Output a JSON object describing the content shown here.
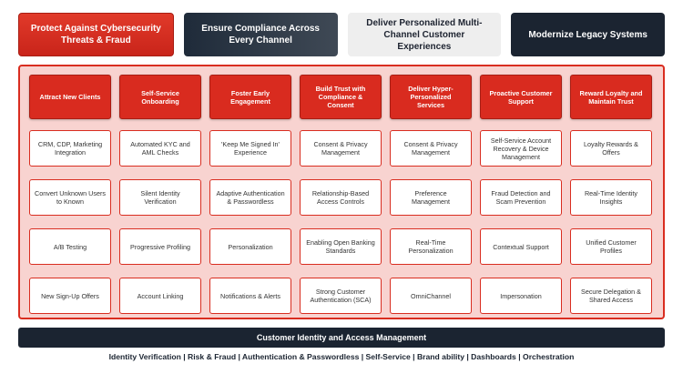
{
  "top_cards": [
    {
      "label": "Protect Against Cybersecurity Threats & Fraud",
      "style": "red"
    },
    {
      "label": "Ensure Compliance Across Every Channel",
      "style": "dark-grad"
    },
    {
      "label": "Deliver Personalized Multi-Channel Customer Experiences",
      "style": "light"
    },
    {
      "label": "Modernize Legacy Systems",
      "style": "dark"
    }
  ],
  "columns": [
    {
      "header": "Attract New Clients",
      "cells": [
        "CRM, CDP, Marketing Integration",
        "Convert Unknown Users to Known",
        "A/B Testing",
        "New Sign-Up Offers"
      ]
    },
    {
      "header": "Self-Service Onboarding",
      "cells": [
        "Automated KYC and AML Checks",
        "Silent Identity Verification",
        "Progressive Profiling",
        "Account Linking"
      ]
    },
    {
      "header": "Foster Early Engagement",
      "cells": [
        "'Keep Me Signed In' Experience",
        "Adaptive Authentication & Passwordless",
        "Personalization",
        "Notifications & Alerts"
      ]
    },
    {
      "header": "Build Trust with Compliance & Consent",
      "cells": [
        "Consent & Privacy Management",
        "Relationship-Based Access Controls",
        "Enabling Open Banking Standards",
        "Strong Customer Authentication (SCA)"
      ]
    },
    {
      "header": "Deliver Hyper-Personalized Services",
      "cells": [
        "Consent & Privacy Management",
        "Preference Management",
        "Real-Time Personalization",
        "OmniChannel"
      ]
    },
    {
      "header": "Proactive Customer Support",
      "cells": [
        "Self-Service Account Recovery & Device Management",
        "Fraud Detection and Scam Prevention",
        "Contextual Support",
        "Impersonation"
      ]
    },
    {
      "header": "Reward Loyalty and Maintain Trust",
      "cells": [
        "Loyalty Rewards & Offers",
        "Real-Time Identity Insights",
        "Unified Customer Profiles",
        "Secure Delegation & Shared Access"
      ]
    }
  ],
  "bottom_bar": "Customer Identity and Access Management",
  "footer": "Identity Verification | Risk & Fraud | Authentication & Passwordless | Self-Service | Brand ability | Dashboards | Orchestration",
  "colors": {
    "accent_red": "#d92b1f",
    "dark_navy": "#1b2431",
    "panel_pink": "#f8d3d0"
  }
}
